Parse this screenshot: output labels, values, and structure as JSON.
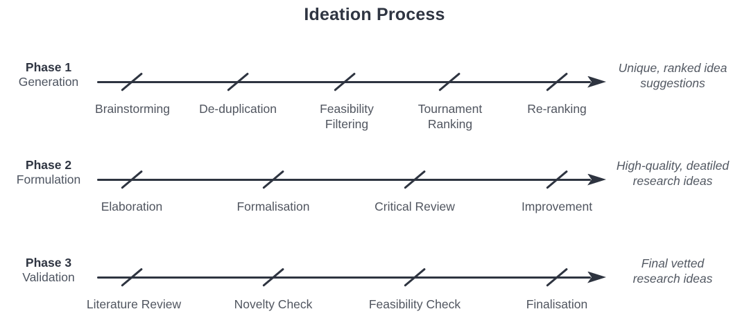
{
  "title": "Ideation Process",
  "colors": {
    "ink": "#2e3440",
    "heading": "#2f3542",
    "step_label": "#50555f",
    "outcome_label": "#525862",
    "background": "#ffffff"
  },
  "phases": [
    {
      "name": "Phase 1",
      "subtitle": "Generation",
      "steps": [
        {
          "label": "Brainstorming"
        },
        {
          "label": "De-duplication"
        },
        {
          "label": "Feasibility\nFiltering"
        },
        {
          "label": "Tournament\nRanking"
        },
        {
          "label": "Re-ranking"
        }
      ],
      "outcome": "Unique, ranked idea\nsuggestions"
    },
    {
      "name": "Phase 2",
      "subtitle": "Formulation",
      "steps": [
        {
          "label": "Elaboration"
        },
        {
          "label": "Formalisation"
        },
        {
          "label": "Critical Review"
        },
        {
          "label": "Improvement"
        }
      ],
      "outcome": "High-quality, deatiled\nresearch ideas"
    },
    {
      "name": "Phase 3",
      "subtitle": "Validation",
      "steps": [
        {
          "label": "Literature Review"
        },
        {
          "label": "Novelty Check"
        },
        {
          "label": "Feasibility Check"
        },
        {
          "label": "Finalisation"
        }
      ],
      "outcome": "Final vetted\nresearch ideas"
    }
  ]
}
